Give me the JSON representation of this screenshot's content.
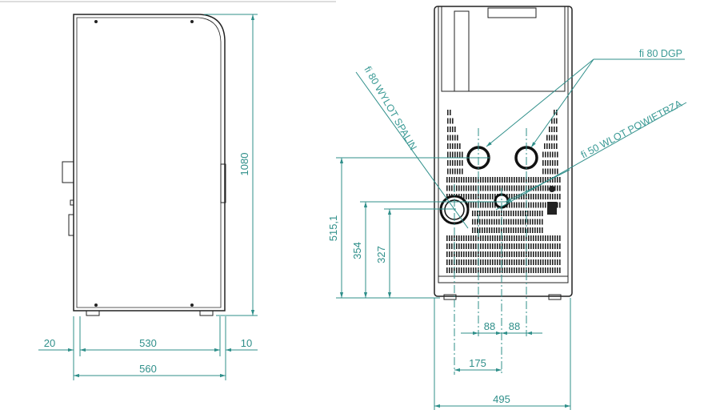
{
  "colors": {
    "dimension": "#2f8f8a",
    "outline": "#222222"
  },
  "side_view": {
    "height_dim": "1080",
    "dim_left": "20",
    "dim_middle": "530",
    "dim_right": "10",
    "dim_total": "560"
  },
  "front_view": {
    "dim_flue_height": "515,1",
    "dim_air_height": "354",
    "dim_exhaust_height": "327",
    "dim_left_88": "88",
    "dim_right_88": "88",
    "dim_175": "175",
    "dim_width": "495",
    "label_dgp": "fi 80 DGP",
    "label_exhaust": "fi 80 WYLOT SPALIN",
    "label_air": "fi 50 WLOT POWIETRZA"
  }
}
